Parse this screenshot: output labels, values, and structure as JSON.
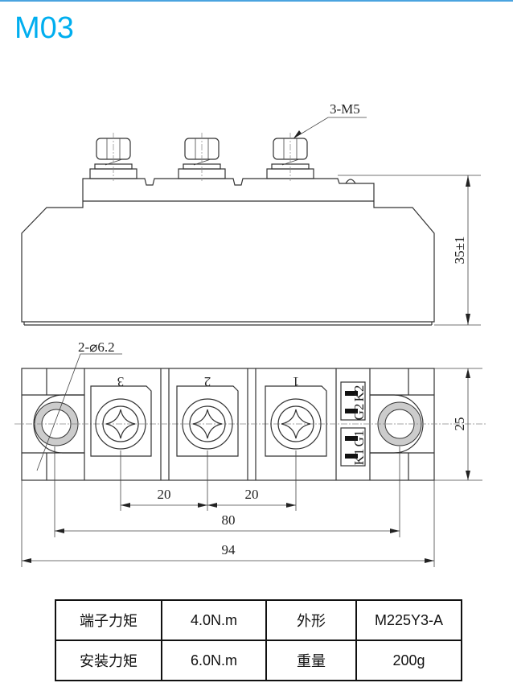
{
  "title": "M03",
  "drawing": {
    "thread_label": "3-M5",
    "height_label": "35±1",
    "hole_label": "2-⌀6.2",
    "width_label": "25",
    "pitch_label_1": "20",
    "pitch_label_2": "20",
    "hole_span_label": "80",
    "length_label": "94",
    "terminal_labels": [
      "3",
      "2",
      "1"
    ],
    "pin_labels": [
      "K2",
      "G2",
      "G1",
      "K1"
    ]
  },
  "specs": {
    "rows": [
      [
        "端子力矩",
        "4.0N.m",
        "外形",
        "M225Y3-A"
      ],
      [
        "安装力矩",
        "6.0N.m",
        "重量",
        "200g"
      ]
    ]
  }
}
